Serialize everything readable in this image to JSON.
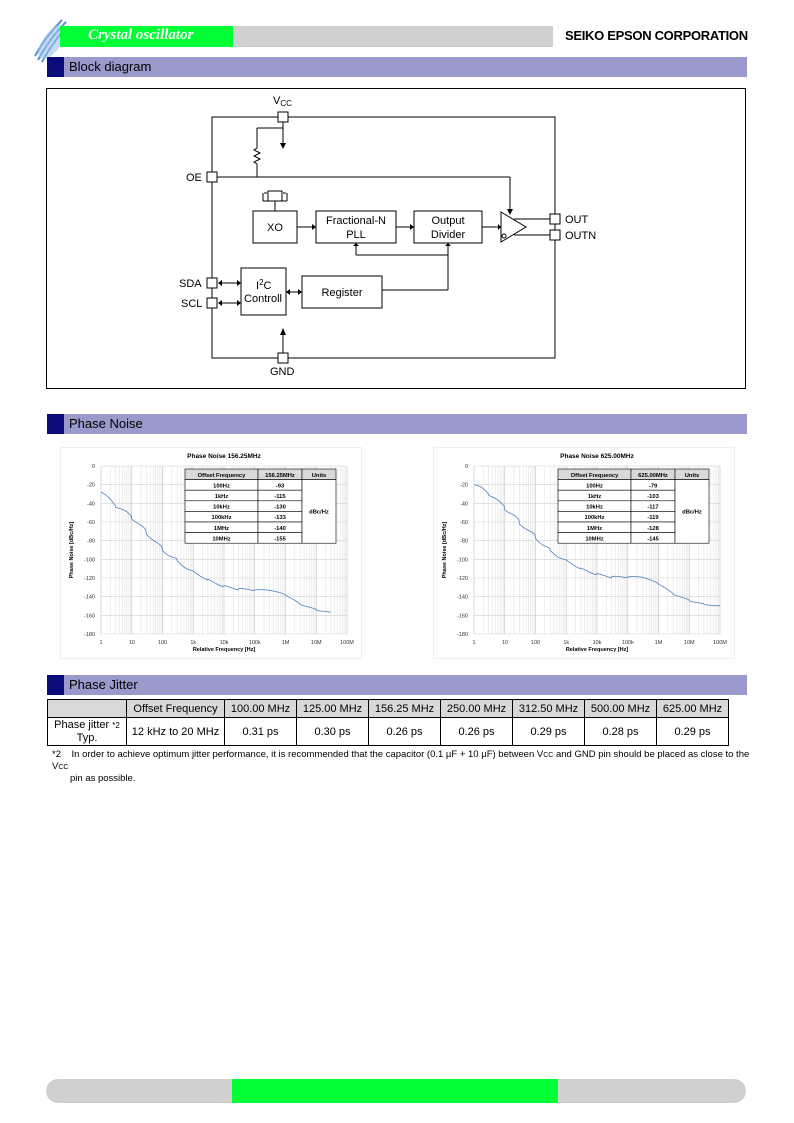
{
  "header": {
    "title": "Crystal oscillator",
    "company": "SEIKO EPSON CORPORATION"
  },
  "sections": {
    "block": "Block diagram",
    "noise": "Phase Noise",
    "jitter": "Phase Jitter"
  },
  "block_diagram": {
    "vcc": "V",
    "vcc_sub": "CC",
    "gnd": "GND",
    "oe": "OE",
    "sda": "SDA",
    "scl": "SCL",
    "out": "OUT",
    "outn": "OUTN",
    "xo": "XO",
    "pll_line1": "Fractional-N",
    "pll_line2": "PLL",
    "div_line1": "Output",
    "div_line2": "Divider",
    "i2c_i": "I",
    "i2c_sup": "2",
    "i2c_c": "C",
    "i2c_line2": "Controll",
    "register": "Register"
  },
  "charts": [
    {
      "title": "Phase Noise 156.25MHz",
      "table_headers": [
        "Offset Frequency",
        "156.25MHz",
        "Units"
      ],
      "rows": [
        [
          "100Hz",
          "-93"
        ],
        [
          "1kHz",
          "-115"
        ],
        [
          "10kHz",
          "-130"
        ],
        [
          "100kHz",
          "-133"
        ],
        [
          "1MHz",
          "-140"
        ],
        [
          "10MHz",
          "-155"
        ]
      ],
      "unit": "dBc/Hz"
    },
    {
      "title": "Phase Noise 625.00MHz",
      "table_headers": [
        "Offset Frequency",
        "625.00MHz",
        "Units"
      ],
      "rows": [
        [
          "100Hz",
          "-79"
        ],
        [
          "1kHz",
          "-103"
        ],
        [
          "10kHz",
          "-117"
        ],
        [
          "100kHz",
          "-119"
        ],
        [
          "1MHz",
          "-128"
        ],
        [
          "10MHz",
          "-145"
        ]
      ],
      "unit": "dBc/Hz"
    }
  ],
  "chart_data": [
    {
      "type": "line",
      "title": "Phase Noise 156.25MHz",
      "xlabel": "Relative Frequency [Hz]",
      "ylabel": "Phase Noise [dBc/Hz]",
      "xscale": "log",
      "xlim": [
        1,
        100000000
      ],
      "ylim": [
        -180,
        0
      ],
      "xticks": [
        "1",
        "10",
        "100",
        "1k",
        "10k",
        "100k",
        "1M",
        "10M",
        "100M"
      ],
      "yticks": [
        "0",
        "-20",
        "-40",
        "-60",
        "-80",
        "-100",
        "-120",
        "-140",
        "-160",
        "-180"
      ],
      "grid": true,
      "color": "#4f81bd",
      "x": [
        1,
        3,
        10,
        30,
        100,
        300,
        1000,
        3000,
        10000,
        30000,
        100000,
        300000,
        1000000,
        3000000,
        10000000,
        30000000
      ],
      "y": [
        -28,
        -43,
        -55,
        -71,
        -89,
        -101,
        -113,
        -122,
        -129,
        -132,
        -133,
        -133,
        -138,
        -148,
        -154,
        -157
      ]
    },
    {
      "type": "line",
      "title": "Phase Noise 625.00MHz",
      "xlabel": "Relative Frequency [Hz]",
      "ylabel": "Phase Noise [dBc/Hz]",
      "xscale": "log",
      "xlim": [
        1,
        100000000
      ],
      "ylim": [
        -180,
        0
      ],
      "xticks": [
        "1",
        "10",
        "100",
        "1k",
        "10k",
        "100k",
        "1M",
        "10M",
        "100M"
      ],
      "yticks": [
        "0",
        "-20",
        "-40",
        "-60",
        "-80",
        "-100",
        "-120",
        "-140",
        "-160",
        "-180"
      ],
      "grid": true,
      "color": "#4f81bd",
      "x": [
        1,
        3,
        10,
        30,
        100,
        300,
        1000,
        3000,
        10000,
        30000,
        100000,
        300000,
        1000000,
        3000000,
        10000000,
        30000000,
        100000000
      ],
      "y": [
        -20,
        -30,
        -45,
        -60,
        -76,
        -90,
        -101,
        -110,
        -116,
        -119,
        -119,
        -119,
        -126,
        -137,
        -144,
        -148,
        -150
      ]
    }
  ],
  "jitter": {
    "header_blank": "",
    "headers": [
      "Offset Frequency",
      "100.00 MHz",
      "125.00 MHz",
      "156.25 MHz",
      "250.00 MHz",
      "312.50 MHz",
      "500.00 MHz",
      "625.00 MHz"
    ],
    "row_label_1": "Phase jitter",
    "row_label_note": "*2",
    "row_label_2": "Typ.",
    "values": [
      "12 kHz to 20 MHz",
      "0.31 ps",
      "0.30 ps",
      "0.26 ps",
      "0.26 ps",
      "0.29 ps",
      "0.28 ps",
      "0.29 ps"
    ]
  },
  "note": {
    "mark": "*2",
    "part1": "In order to achieve optimum jitter performance, it is recommended that the capacitor (0.1 µF + 10 µF) between V",
    "sub1": "CC",
    "part2": " and GND pin should be placed as close to the V",
    "sub2": "CC",
    "part3": " pin as possible."
  }
}
